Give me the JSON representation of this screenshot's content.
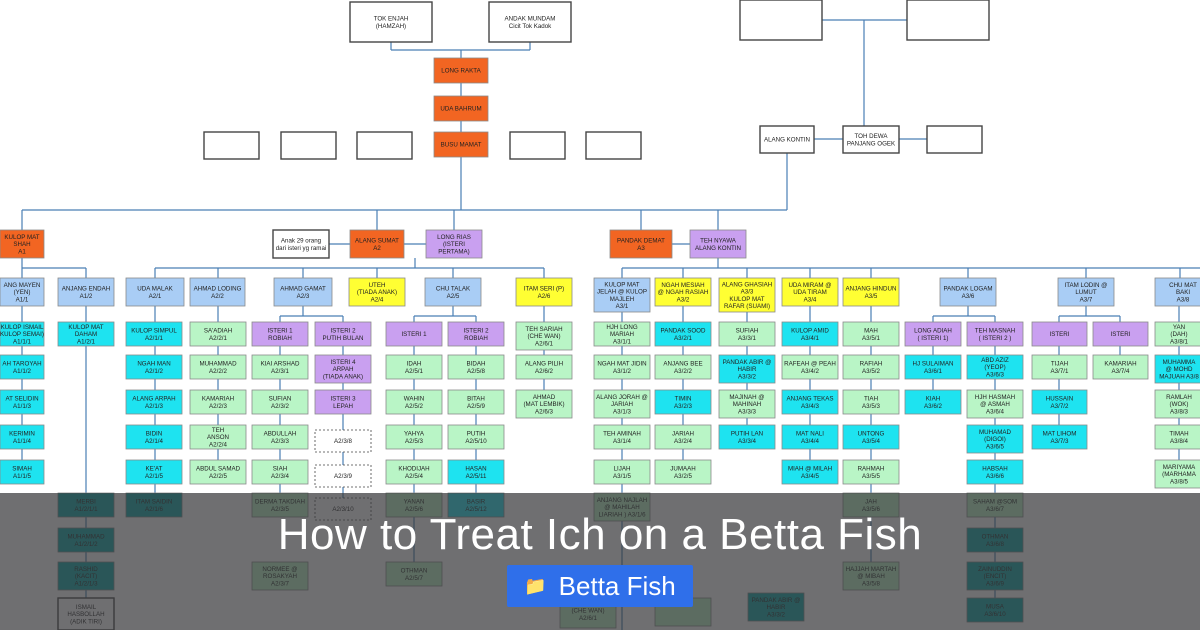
{
  "colors": {
    "white": "#ffffff",
    "orange": "#f26522",
    "purple": "#c9a0f0",
    "blue": "#a9cdf5",
    "yellow": "#ffff33",
    "cyan": "#1ee3f0",
    "mint": "#b9f5c6",
    "teal": "#0aa6a6",
    "line": "#4a7fb5",
    "border": "#555555"
  },
  "overlay": {
    "title": "How to Treat Ich on a Betta Fish",
    "badge_icon": "folder-icon",
    "badge_label": "Betta Fish"
  },
  "nodes": [
    {
      "id": "tok",
      "label": "TOK ENJAH\n(HAMZAH)",
      "color": "white"
    },
    {
      "id": "andak",
      "label": "ANDAK MUNDAM\nCicit Tok Kadok",
      "color": "white"
    },
    {
      "id": "longrakta",
      "label": "LONG RAKTA",
      "color": "orange"
    },
    {
      "id": "udabahrum",
      "label": "UDA BAHRUM",
      "color": "orange"
    },
    {
      "id": "busu",
      "label": "BUSU MAMAT",
      "color": "orange"
    },
    {
      "id": "e1",
      "label": "",
      "color": "white"
    },
    {
      "id": "e2",
      "label": "",
      "color": "white"
    },
    {
      "id": "e3",
      "label": "",
      "color": "white"
    },
    {
      "id": "e4",
      "label": "",
      "color": "white"
    },
    {
      "id": "e5",
      "label": "",
      "color": "white"
    },
    {
      "id": "tr1",
      "label": "",
      "color": "white"
    },
    {
      "id": "tr2",
      "label": "",
      "color": "white"
    },
    {
      "id": "alangkontin",
      "label": "ALANG KONTIN",
      "color": "white"
    },
    {
      "id": "tohdewa",
      "label": "TOH DEWA\nPANJANG OGEK",
      "color": "white"
    },
    {
      "id": "e6",
      "label": "",
      "color": "white"
    },
    {
      "id": "kulopmat",
      "label": "KULOP MAT\nSHAH\nA1",
      "color": "orange"
    },
    {
      "id": "anak29",
      "label": "Anak 29 orang\ndari isteri yg ramai",
      "color": "white"
    },
    {
      "id": "alangsumat",
      "label": "ALANG SUMAT\nA2",
      "color": "orange"
    },
    {
      "id": "longrias",
      "label": "LONG RIAS\n(ISTERI\nPERTAMA)",
      "color": "purple"
    },
    {
      "id": "pandak",
      "label": "PANDAK DEMAT\nA3",
      "color": "orange"
    },
    {
      "id": "tehnyawa",
      "label": "TEH NYAWA\nALANG KONTIN",
      "color": "purple"
    },
    {
      "id": "a11",
      "label": "ANG MAYEN\n(YEN)\nA1/1",
      "color": "blue"
    },
    {
      "id": "a12",
      "label": "ANJANG ENDAH\nA1/2",
      "color": "blue"
    },
    {
      "id": "a21",
      "label": "UDA MALAK\nA2/1",
      "color": "blue"
    },
    {
      "id": "a22",
      "label": "AHMAD LODING\nA2/2",
      "color": "blue"
    },
    {
      "id": "a23",
      "label": "AHMAD GAMAT\nA2/3",
      "color": "blue"
    },
    {
      "id": "a24",
      "label": "UTEH\n(TIADA ANAK)\nA2/4",
      "color": "yellow"
    },
    {
      "id": "a25",
      "label": "CHU TALAK\nA2/5",
      "color": "blue"
    },
    {
      "id": "a26",
      "label": "ITAM SERI (P)\nA2/6",
      "color": "yellow"
    },
    {
      "id": "a31",
      "label": "KULOP MAT\nJELAH @ KULOP\nMAJLEH\nA3/1",
      "color": "blue"
    },
    {
      "id": "a32",
      "label": "NGAH MESIAH\n@ NGAH RASIAH\nA3/2",
      "color": "yellow"
    },
    {
      "id": "a33",
      "label": "ALANG GHASIAH\nA3/3\nKULOP MAT\nRAFAR (SUAMI)",
      "color": "yellow"
    },
    {
      "id": "a34",
      "label": "UDA MIRAM @\nUDA TIRAM\nA3/4",
      "color": "yellow"
    },
    {
      "id": "a35",
      "label": "ANJANG HINDUN\nA3/5",
      "color": "yellow"
    },
    {
      "id": "a36",
      "label": "PANDAK LOGAM\nA3/6",
      "color": "blue"
    },
    {
      "id": "a37",
      "label": "ITAM LODIN @\nLUMUT\nA3/7",
      "color": "blue"
    },
    {
      "id": "a38",
      "label": "CHU MAT\nBAKI\nA3/8",
      "color": "blue"
    },
    {
      "id": "c1",
      "label": "KULOP ISMAIL\nKULOP SEMAI)\nA1/1/1",
      "color": "cyan"
    },
    {
      "id": "c2",
      "label": "AH TAROYAH\nA1/1/2",
      "color": "cyan"
    },
    {
      "id": "c3",
      "label": "AT SELIDIN\nA1/1/3",
      "color": "cyan"
    },
    {
      "id": "c4",
      "label": "KERIMIN\nA1/1/4",
      "color": "cyan"
    },
    {
      "id": "c5",
      "label": "SIMAH\nA1/1/5",
      "color": "cyan"
    },
    {
      "id": "c6",
      "label": "KULOP MAT\nDAHAM\nA1/2/1",
      "color": "cyan"
    },
    {
      "id": "c7",
      "label": "KULOP SIMPUL\nA2/1/1",
      "color": "cyan"
    },
    {
      "id": "c8",
      "label": "NGAH MAN\nA2/1/2",
      "color": "cyan"
    },
    {
      "id": "c9",
      "label": "ALANG ARPAH\nA2/1/3",
      "color": "cyan"
    },
    {
      "id": "c10",
      "label": "BIDIN\nA2/1/4",
      "color": "cyan"
    },
    {
      "id": "c11",
      "label": "KE'AT\nA2/1/5",
      "color": "cyan"
    },
    {
      "id": "c12",
      "label": "ITAM SAIDIN\nA2/1/6",
      "color": "teal"
    },
    {
      "id": "c13",
      "label": "SA'ADIAH\nA2/2/1",
      "color": "mint"
    },
    {
      "id": "c14",
      "label": "MUHAMMAD\nA2/2/2",
      "color": "mint"
    },
    {
      "id": "c15",
      "label": "KAMARIAH\nA2/2/3",
      "color": "mint"
    },
    {
      "id": "c16",
      "label": "TEH\nANSON\nA2/2/4",
      "color": "mint"
    },
    {
      "id": "c17",
      "label": "ABDUL SAMAD\nA2/2/5",
      "color": "mint"
    },
    {
      "id": "c18",
      "label": "ISTERI 1\nROBIAH",
      "color": "purple"
    },
    {
      "id": "c19",
      "label": "ISTERI 2\nPUTIH BULAN",
      "color": "purple"
    },
    {
      "id": "c20",
      "label": "KIAI ARSHAD\nA2/3/1",
      "color": "mint"
    },
    {
      "id": "c21",
      "label": "SUFIAN\nA2/3/2",
      "color": "mint"
    },
    {
      "id": "c22",
      "label": "ABDULLAH\nA2/3/3",
      "color": "mint"
    },
    {
      "id": "c23",
      "label": "SIAH\nA2/3/4",
      "color": "mint"
    },
    {
      "id": "c24",
      "label": "DERMA TAKDIAH\nA2/3/5",
      "color": "mint"
    },
    {
      "id": "c25",
      "label": "NORMEE @\nROSAKYAH\nA2/3/7",
      "color": "mint"
    },
    {
      "id": "c26",
      "label": "ISTERI 4\nARPAH\n(TIADA ANAK)",
      "color": "purple"
    },
    {
      "id": "c27",
      "label": "ISTERI 3\nLEPAH",
      "color": "purple"
    },
    {
      "id": "c28",
      "label": "A2/3/8",
      "color": "white"
    },
    {
      "id": "c29",
      "label": "A2/3/9",
      "color": "white"
    },
    {
      "id": "c30",
      "label": "A2/3/10",
      "color": "white"
    },
    {
      "id": "c31",
      "label": "ISTERI 1",
      "color": "purple"
    },
    {
      "id": "c32",
      "label": "ISTERI 2\nROBIAH",
      "color": "purple"
    },
    {
      "id": "c33",
      "label": "IDAH\nA2/5/1",
      "color": "mint"
    },
    {
      "id": "c34",
      "label": "WAHIN\nA2/5/2",
      "color": "mint"
    },
    {
      "id": "c35",
      "label": "YAHYA\nA2/5/3",
      "color": "mint"
    },
    {
      "id": "c36",
      "label": "KHODIJAH\nA2/5/4",
      "color": "mint"
    },
    {
      "id": "c37",
      "label": "YANAN\nA2/5/6",
      "color": "mint"
    },
    {
      "id": "c38",
      "label": "OTHMAN\nA2/5/7",
      "color": "mint"
    },
    {
      "id": "c39",
      "label": "BIDAH\nA2/5/8",
      "color": "mint"
    },
    {
      "id": "c40",
      "label": "BITAH\nA2/5/9",
      "color": "mint"
    },
    {
      "id": "c41",
      "label": "PUTIH\nA2/5/10",
      "color": "mint"
    },
    {
      "id": "c42",
      "label": "HASAN\nA2/5/11",
      "color": "cyan"
    },
    {
      "id": "c43",
      "label": "BASIR\nA2/5/12",
      "color": "cyan"
    },
    {
      "id": "c44",
      "label": "TEH SARIAH\n(CHE WAN)\nA2/6/1",
      "color": "mint"
    },
    {
      "id": "c45",
      "label": "ALANG PILIH\nA2/6/2",
      "color": "mint"
    },
    {
      "id": "c46",
      "label": "AHMAD\n(MAT LEMBIK)\nA2/6/3",
      "color": "mint"
    },
    {
      "id": "c47",
      "label": "HJH LONG\nMARIAH\nA3/1/1",
      "color": "mint"
    },
    {
      "id": "c48",
      "label": "NGAH MAT JIDIN\nA3/1/2",
      "color": "mint"
    },
    {
      "id": "c49",
      "label": "ALANG JORAH @\nJARIAH\nA3/1/3",
      "color": "mint"
    },
    {
      "id": "c50",
      "label": "TEH AMINAH\nA3/1/4",
      "color": "mint"
    },
    {
      "id": "c51",
      "label": "LIJAH\nA3/1/5",
      "color": "mint"
    },
    {
      "id": "c52",
      "label": "ANJANG NAJLAH\n@ MAHILAH\nLIARIAH ) A3/1/6",
      "color": "mint"
    },
    {
      "id": "c53",
      "label": "PANDAK SOOD\nA3/2/1",
      "color": "cyan"
    },
    {
      "id": "c54",
      "label": "ANJANG BEE\nA3/2/2",
      "color": "mint"
    },
    {
      "id": "c55",
      "label": "TIMIN\nA3/2/3",
      "color": "cyan"
    },
    {
      "id": "c56",
      "label": "JARIAH\nA3/2/4",
      "color": "mint"
    },
    {
      "id": "c57",
      "label": "JUMAAH\nA3/2/5",
      "color": "mint"
    },
    {
      "id": "c58",
      "label": "SUFIAH\nA3/3/1",
      "color": "mint"
    },
    {
      "id": "c59",
      "label": "PANDAK ABIR @\nHABIR\nA3/3/2",
      "color": "cyan"
    },
    {
      "id": "c60",
      "label": "MAJINAH @\nMAHINAH\nA3/3/3",
      "color": "mint"
    },
    {
      "id": "c61",
      "label": "PUTIH LAN\nA3/3/4",
      "color": "cyan"
    },
    {
      "id": "c62",
      "label": "KULOP AMID\nA3/4/1",
      "color": "cyan"
    },
    {
      "id": "c63",
      "label": "RAFEAH @ PEAH\nA3/4/2",
      "color": "mint"
    },
    {
      "id": "c64",
      "label": "ANJANG TEKAS\nA3/4/3",
      "color": "cyan"
    },
    {
      "id": "c65",
      "label": "MAT NALI\nA3/4/4",
      "color": "cyan"
    },
    {
      "id": "c66",
      "label": "MIAH @ MILAH\nA3/4/5",
      "color": "cyan"
    },
    {
      "id": "c67",
      "label": "MAH\nA3/5/1",
      "color": "mint"
    },
    {
      "id": "c68",
      "label": "RAFIAH\nA3/5/2",
      "color": "mint"
    },
    {
      "id": "c69",
      "label": "TIAH\nA3/5/3",
      "color": "mint"
    },
    {
      "id": "c70",
      "label": "UNTONG\nA3/5/4",
      "color": "cyan"
    },
    {
      "id": "c71",
      "label": "RAHMAH\nA3/5/5",
      "color": "mint"
    },
    {
      "id": "c72",
      "label": "JAH\nA3/5/6",
      "color": "mint"
    },
    {
      "id": "c73",
      "label": "LONG ADIAH\n( ISTERI 1)",
      "color": "purple"
    },
    {
      "id": "c74",
      "label": "TEH MASNAH\n( ISTERI 2 )",
      "color": "purple"
    },
    {
      "id": "c75",
      "label": "HJ SULAIMAN\nA3/6/1",
      "color": "cyan"
    },
    {
      "id": "c76",
      "label": "KIAH\nA3/6/2",
      "color": "cyan"
    },
    {
      "id": "c77",
      "label": "ABD AZIZ\n(YEOP)\nA3/6/3",
      "color": "cyan"
    },
    {
      "id": "c78",
      "label": "HJH HASMAH\n@ ASMAH\nA3/6/4",
      "color": "mint"
    },
    {
      "id": "c79",
      "label": "MUHAMAD\n(DIGOI)\nA3/6/5",
      "color": "cyan"
    },
    {
      "id": "c80",
      "label": "HABSAH\nA3/6/6",
      "color": "cyan"
    },
    {
      "id": "c81",
      "label": "SAHAM @SOM\nA3/6/7",
      "color": "mint"
    },
    {
      "id": "c82",
      "label": "ISTERI",
      "color": "purple"
    },
    {
      "id": "c83",
      "label": "ISTERI",
      "color": "purple"
    },
    {
      "id": "c84",
      "label": "TIJAH\nA3/7/1",
      "color": "mint"
    },
    {
      "id": "c85",
      "label": "HUSSAIN\nA3/7/2",
      "color": "cyan"
    },
    {
      "id": "c86",
      "label": "MAT LIHOM\nA3/7/3",
      "color": "cyan"
    },
    {
      "id": "c87",
      "label": "KAMARIAH\nA3/7/4",
      "color": "mint"
    },
    {
      "id": "c88",
      "label": "YAN\n(DAH)\nA3/8/1",
      "color": "mint"
    },
    {
      "id": "c89",
      "label": "MUHAMMA\n@ MOHD\nMAJUAH A3/8",
      "color": "cyan"
    },
    {
      "id": "c90",
      "label": "RAMLAH\n(WOK)\nA3/8/3",
      "color": "mint"
    },
    {
      "id": "c91",
      "label": "TIMAH\nA3/8/4",
      "color": "mint"
    },
    {
      "id": "c92",
      "label": "MARIYAMA\n(MARHAMA\nA3/8/5",
      "color": "mint"
    },
    {
      "id": "c93",
      "label": "MERBI\nA1/2/1/1",
      "color": "teal"
    },
    {
      "id": "c94",
      "label": "MUHAMMAD\nA1/2/1/2",
      "color": "teal"
    },
    {
      "id": "c95",
      "label": "RASHID\n(KACIT)\nA1/2/1/3",
      "color": "teal"
    },
    {
      "id": "c96",
      "label": "ISMAIL\nHASBOLLAH\n(ADIK TIRI)",
      "color": "white"
    },
    {
      "id": "c97",
      "label": "HAJJAH MARTAH\n@ MIBAH\nA3/5/8",
      "color": "mint"
    },
    {
      "id": "c98",
      "label": "PANDAK ABIR @\nHABIR\nA3/3/2",
      "color": "teal"
    },
    {
      "id": "c99",
      "label": "OTHMAN\nA3/6/8",
      "color": "teal"
    },
    {
      "id": "c100",
      "label": "ZAINUDDIN\n(ENCIT)\nA3/6/9",
      "color": "teal"
    },
    {
      "id": "c101",
      "label": "MUSA\nA3/6/10",
      "color": "teal"
    },
    {
      "id": "c102",
      "label": "(CHE WAN)\nA2/6/1",
      "color": "mint"
    },
    {
      "id": "c103",
      "label": "",
      "color": "mint"
    }
  ]
}
